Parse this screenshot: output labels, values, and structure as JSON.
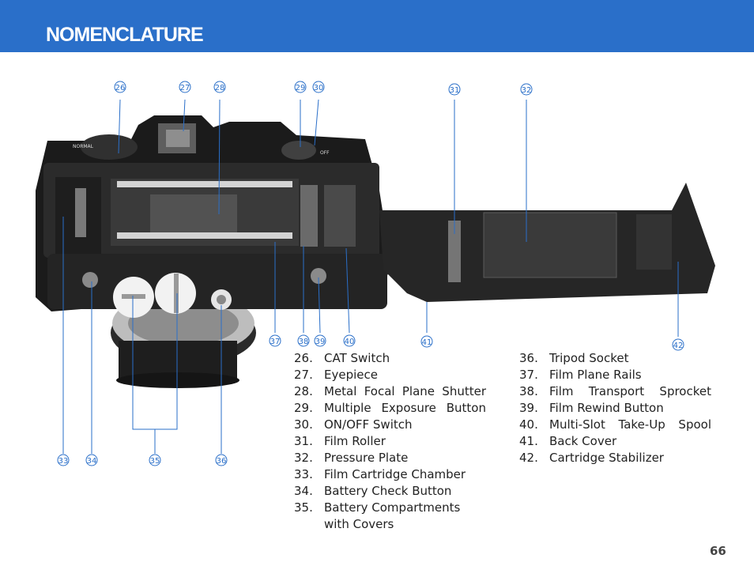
{
  "header": {
    "title": "NOMENCLATURE"
  },
  "callouts": [
    "26",
    "27",
    "28",
    "29",
    "30",
    "31",
    "32",
    "33",
    "34",
    "35",
    "36",
    "37",
    "38",
    "39",
    "40",
    "41",
    "42"
  ],
  "camera_markings": {
    "dial_text": "NORMAL",
    "switch_text": "OFF"
  },
  "legend_left": [
    {
      "num": "26.",
      "label": "CAT Switch"
    },
    {
      "num": "27.",
      "label": "Eyepiece"
    },
    {
      "num": "28.",
      "label": "Metal Focal Plane Shutter"
    },
    {
      "num": "29.",
      "label": "Multiple Exposure Button"
    },
    {
      "num": "30.",
      "label": "ON/OFF Switch"
    },
    {
      "num": "31.",
      "label": "Film Roller"
    },
    {
      "num": "32.",
      "label": "Pressure Plate"
    },
    {
      "num": "33.",
      "label": "Film Cartridge Chamber"
    },
    {
      "num": "34.",
      "label": "Battery Check Button"
    },
    {
      "num": "35.",
      "label": "Battery Compartments"
    },
    {
      "num": "",
      "label": "with Covers"
    }
  ],
  "legend_right": [
    {
      "num": "36.",
      "label": "Tripod Socket"
    },
    {
      "num": "37.",
      "label": "Film Plane Rails"
    },
    {
      "num": "38.",
      "label": "Film Transport Sprocket"
    },
    {
      "num": "39.",
      "label": "Film Rewind Button"
    },
    {
      "num": "40.",
      "label": "Multi-Slot Take-Up Spool"
    },
    {
      "num": "41.",
      "label": "Back Cover"
    },
    {
      "num": "42.",
      "label": "Cartridge Stabilizer"
    }
  ],
  "page": {
    "number": "66"
  },
  "colors": {
    "header": "#2a6fc9",
    "callout": "#2a6fc9"
  }
}
